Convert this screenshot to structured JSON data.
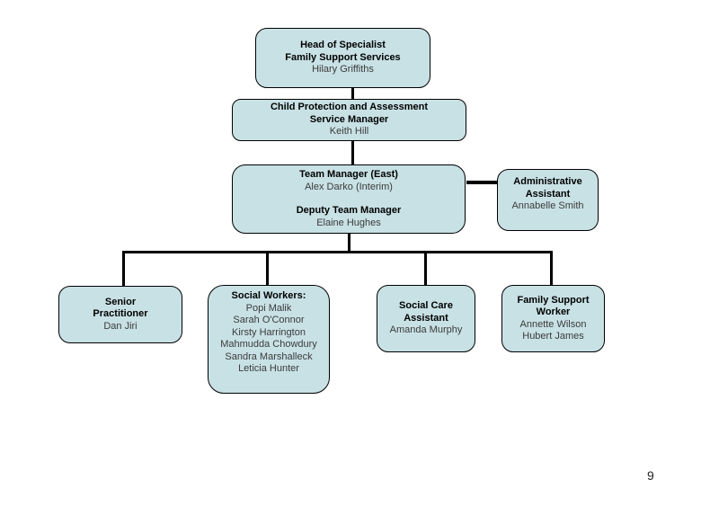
{
  "page_number": "9",
  "colors": {
    "box_fill": "#c8e1e5",
    "box_border": "#000000",
    "connector": "#000000",
    "background": "#ffffff"
  },
  "nodes": {
    "head": {
      "lines": [
        "Head of Specialist",
        "Family Support Services",
        "Hilary Griffiths"
      ]
    },
    "service_manager": {
      "lines": [
        "Child Protection and Assessment",
        "Service Manager",
        "Keith Hill"
      ]
    },
    "team_manager": {
      "lines": [
        "Team Manager (East)",
        "Alex Darko (Interim)",
        "Deputy Team Manager",
        "Elaine Hughes"
      ]
    },
    "admin_assistant": {
      "lines": [
        "Administrative",
        "Assistant",
        "Annabelle Smith"
      ]
    },
    "senior_practitioner": {
      "lines": [
        "Senior",
        "Practitioner",
        "Dan Jiri"
      ]
    },
    "social_workers": {
      "lines": [
        "Social Workers:",
        "Popi Malik",
        "Sarah O'Connor",
        "Kirsty Harrington",
        "Mahmudda Chowdury",
        "Sandra Marshalleck",
        "Leticia Hunter"
      ]
    },
    "social_care_assistant": {
      "lines": [
        "Social Care",
        "Assistant",
        "Amanda Murphy"
      ]
    },
    "family_support_worker": {
      "lines": [
        "Family Support",
        "Worker",
        "Annette Wilson",
        "Hubert James"
      ]
    }
  }
}
